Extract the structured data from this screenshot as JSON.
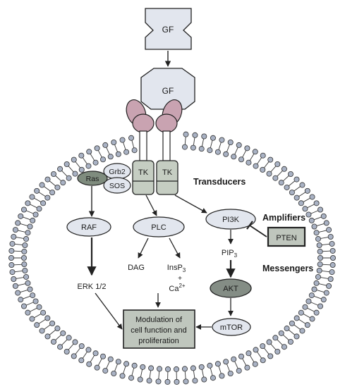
{
  "colors": {
    "outline": "#222222",
    "receptor_fill": "#e2e6ee",
    "receptor_body": "#c9a3b1",
    "node_fill": "#e2e6ee",
    "box_fill": "#bfc6bd",
    "tk_fill": "#c5cdc2",
    "ras_fill": "#7f8c7e",
    "akt_fill": "#848d85",
    "membrane_head": "#a9b2c4"
  },
  "ligand": {
    "top_label": "GF",
    "bound_label": "GF"
  },
  "nodes": {
    "tk1": "TK",
    "tk2": "TK",
    "ras": "Ras",
    "grb2": "Grb2",
    "sos": "SOS",
    "raf": "RAF",
    "plc": "PLC",
    "pi3k": "PI3K",
    "pten": "PTEN",
    "dag": "DAG",
    "insp3_base": "InsP",
    "insp3_sub": "3",
    "plus": "+",
    "ca_base": "Ca",
    "ca_sup": "2+",
    "erk": "ERK 1/2",
    "pip3_base": "PIP",
    "pip3_sub": "3",
    "akt": "AKT",
    "mtor": "mTOR",
    "modulation_line1": "Modulation of",
    "modulation_line2": "cell function and",
    "modulation_line3": "proliferation"
  },
  "categories": {
    "transducers": "Transducers",
    "amplifiers": "Amplifiers",
    "messengers": "Messengers"
  }
}
